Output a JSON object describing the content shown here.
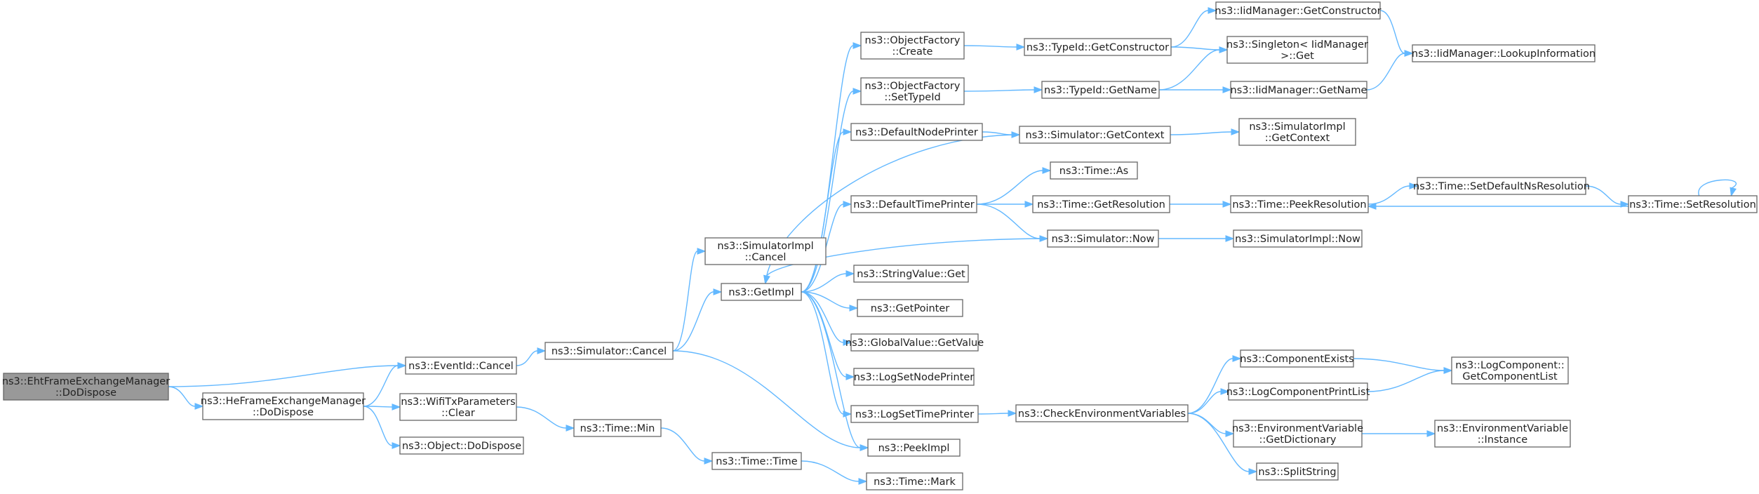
{
  "nodes": [
    {
      "id": "eht",
      "lines": [
        "ns3::EhtFrameExchangeManager",
        "::DoDispose"
      ],
      "root": true
    },
    {
      "id": "he",
      "lines": [
        "ns3::HeFrameExchangeManager",
        "::DoDispose"
      ]
    },
    {
      "id": "evcancel",
      "lines": [
        "ns3::EventId::Cancel"
      ]
    },
    {
      "id": "wifitx",
      "lines": [
        "ns3::WifiTxParameters",
        "::Clear"
      ]
    },
    {
      "id": "objdispose",
      "lines": [
        "ns3::Object::DoDispose"
      ]
    },
    {
      "id": "simcancel",
      "lines": [
        "ns3::Simulator::Cancel"
      ]
    },
    {
      "id": "simimplcancel",
      "lines": [
        "ns3::SimulatorImpl",
        "::Cancel"
      ]
    },
    {
      "id": "getimpl",
      "lines": [
        "ns3::GetImpl"
      ]
    },
    {
      "id": "timemin",
      "lines": [
        "ns3::Time::Min"
      ]
    },
    {
      "id": "timetime",
      "lines": [
        "ns3::Time::Time"
      ]
    },
    {
      "id": "timemark",
      "lines": [
        "ns3::Time::Mark"
      ]
    },
    {
      "id": "ofcreate",
      "lines": [
        "ns3::ObjectFactory",
        "::Create"
      ]
    },
    {
      "id": "ofsettype",
      "lines": [
        "ns3::ObjectFactory",
        "::SetTypeId"
      ]
    },
    {
      "id": "defnode",
      "lines": [
        "ns3::DefaultNodePrinter"
      ]
    },
    {
      "id": "deftime",
      "lines": [
        "ns3::DefaultTimePrinter"
      ]
    },
    {
      "id": "strget",
      "lines": [
        "ns3::StringValue::Get"
      ]
    },
    {
      "id": "getptr",
      "lines": [
        "ns3::GetPointer"
      ]
    },
    {
      "id": "globget",
      "lines": [
        "ns3::GlobalValue::GetValue"
      ]
    },
    {
      "id": "lognode",
      "lines": [
        "ns3::LogSetNodePrinter"
      ]
    },
    {
      "id": "logtime",
      "lines": [
        "ns3::LogSetTimePrinter"
      ]
    },
    {
      "id": "peekimpl",
      "lines": [
        "ns3::PeekImpl"
      ]
    },
    {
      "id": "tgetctor",
      "lines": [
        "ns3::TypeId::GetConstructor"
      ]
    },
    {
      "id": "tgetname",
      "lines": [
        "ns3::TypeId::GetName"
      ]
    },
    {
      "id": "simgetctx",
      "lines": [
        "ns3::Simulator::GetContext"
      ]
    },
    {
      "id": "timeas",
      "lines": [
        "ns3::Time::As"
      ]
    },
    {
      "id": "timegetres",
      "lines": [
        "ns3::Time::GetResolution"
      ]
    },
    {
      "id": "simnow",
      "lines": [
        "ns3::Simulator::Now"
      ]
    },
    {
      "id": "checkenv",
      "lines": [
        "ns3::CheckEnvironmentVariables"
      ]
    },
    {
      "id": "iidgetctor",
      "lines": [
        "ns3::IidManager::GetConstructor"
      ]
    },
    {
      "id": "singleton",
      "lines": [
        "ns3::Singleton< IidManager",
        ">::Get"
      ]
    },
    {
      "id": "iidgetname",
      "lines": [
        "ns3::IidManager::GetName"
      ]
    },
    {
      "id": "simimplctx",
      "lines": [
        "ns3::SimulatorImpl",
        "::GetContext"
      ]
    },
    {
      "id": "peekres",
      "lines": [
        "ns3::Time::PeekResolution"
      ]
    },
    {
      "id": "simimplnow",
      "lines": [
        "ns3::SimulatorImpl::Now"
      ]
    },
    {
      "id": "compexists",
      "lines": [
        "ns3::ComponentExists"
      ]
    },
    {
      "id": "logcomplist",
      "lines": [
        "ns3::LogComponentPrintList"
      ]
    },
    {
      "id": "envdict",
      "lines": [
        "ns3::EnvironmentVariable",
        "::GetDictionary"
      ]
    },
    {
      "id": "splitstr",
      "lines": [
        "ns3::SplitString"
      ]
    },
    {
      "id": "iidlookup",
      "lines": [
        "ns3::IidManager::LookupInformation"
      ]
    },
    {
      "id": "setdefres",
      "lines": [
        "ns3::Time::SetDefaultNsResolution"
      ]
    },
    {
      "id": "setres",
      "lines": [
        "ns3::Time::SetResolution"
      ]
    },
    {
      "id": "logcompget",
      "lines": [
        "ns3::LogComponent::",
        "GetComponentList"
      ]
    },
    {
      "id": "envinst",
      "lines": [
        "ns3::EnvironmentVariable",
        "::Instance"
      ]
    }
  ],
  "edges": [
    [
      "eht",
      "evcancel"
    ],
    [
      "eht",
      "he"
    ],
    [
      "he",
      "evcancel"
    ],
    [
      "he",
      "wifitx"
    ],
    [
      "he",
      "objdispose"
    ],
    [
      "evcancel",
      "simcancel"
    ],
    [
      "wifitx",
      "timemin"
    ],
    [
      "simcancel",
      "simimplcancel"
    ],
    [
      "simcancel",
      "getimpl"
    ],
    [
      "simcancel",
      "peekimpl"
    ],
    [
      "timemin",
      "timetime"
    ],
    [
      "timetime",
      "timemark"
    ],
    [
      "getimpl",
      "ofcreate"
    ],
    [
      "getimpl",
      "ofsettype"
    ],
    [
      "getimpl",
      "defnode"
    ],
    [
      "getimpl",
      "deftime"
    ],
    [
      "getimpl",
      "strget"
    ],
    [
      "getimpl",
      "getptr"
    ],
    [
      "getimpl",
      "globget"
    ],
    [
      "getimpl",
      "lognode"
    ],
    [
      "getimpl",
      "logtime"
    ],
    [
      "getimpl",
      "peekimpl"
    ],
    [
      "ofcreate",
      "tgetctor"
    ],
    [
      "ofsettype",
      "tgetname"
    ],
    [
      "defnode",
      "simgetctx"
    ],
    [
      "deftime",
      "timeas"
    ],
    [
      "deftime",
      "timegetres"
    ],
    [
      "deftime",
      "simnow"
    ],
    [
      "simgetctx",
      "getimpl"
    ],
    [
      "simnow",
      "getimpl"
    ],
    [
      "logtime",
      "checkenv"
    ],
    [
      "tgetctor",
      "iidgetctor"
    ],
    [
      "tgetctor",
      "singleton"
    ],
    [
      "tgetname",
      "singleton"
    ],
    [
      "tgetname",
      "iidgetname"
    ],
    [
      "simgetctx",
      "simimplctx"
    ],
    [
      "timegetres",
      "peekres"
    ],
    [
      "simnow",
      "simimplnow"
    ],
    [
      "checkenv",
      "compexists"
    ],
    [
      "checkenv",
      "logcomplist"
    ],
    [
      "checkenv",
      "envdict"
    ],
    [
      "checkenv",
      "splitstr"
    ],
    [
      "iidgetctor",
      "iidlookup"
    ],
    [
      "iidgetname",
      "iidlookup"
    ],
    [
      "peekres",
      "setdefres"
    ],
    [
      "setdefres",
      "setres"
    ],
    [
      "setres",
      "peekres"
    ],
    [
      "setres",
      "setres"
    ],
    [
      "compexists",
      "logcompget"
    ],
    [
      "logcomplist",
      "logcompget"
    ],
    [
      "envdict",
      "envinst"
    ]
  ]
}
